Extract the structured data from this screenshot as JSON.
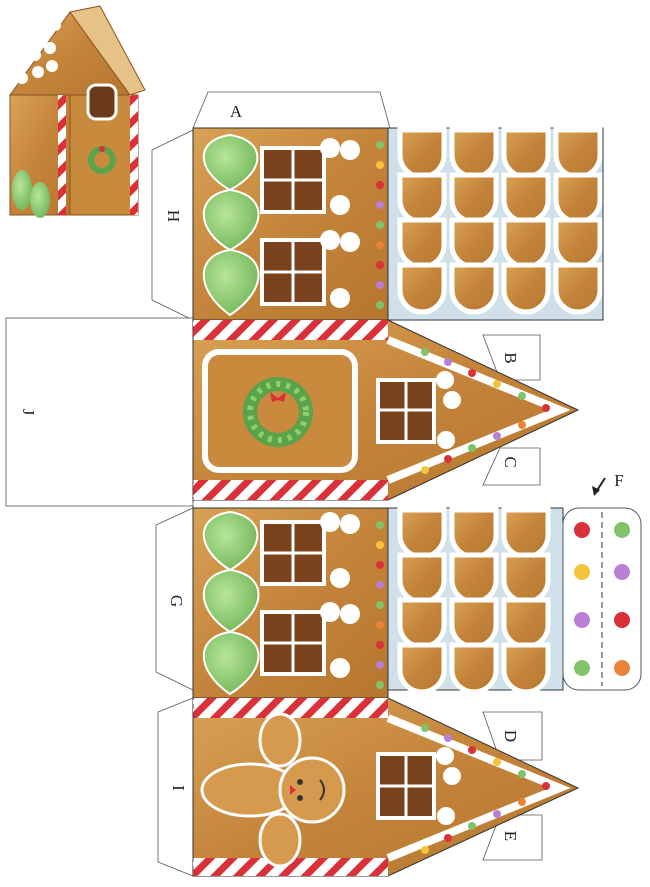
{
  "template": {
    "tab_labels": {
      "A": "A",
      "B": "B",
      "C": "C",
      "D": "D",
      "E": "E",
      "F": "F",
      "G": "G",
      "H": "H",
      "I": "I",
      "J": "J"
    },
    "f_arrow_icon": "arrow-down-left-icon"
  },
  "colors": {
    "gingerbread": "#c98a3e",
    "gingerbread_dark": "#9a5e22",
    "icing": "#ffffff",
    "candy_red": "#d9303a",
    "bush_green": "#8fcf6e",
    "bush_dark": "#5aa34a",
    "window_brown": "#6b3a1a",
    "roof_blue": "#cfe0ea",
    "outline": "#333333"
  }
}
